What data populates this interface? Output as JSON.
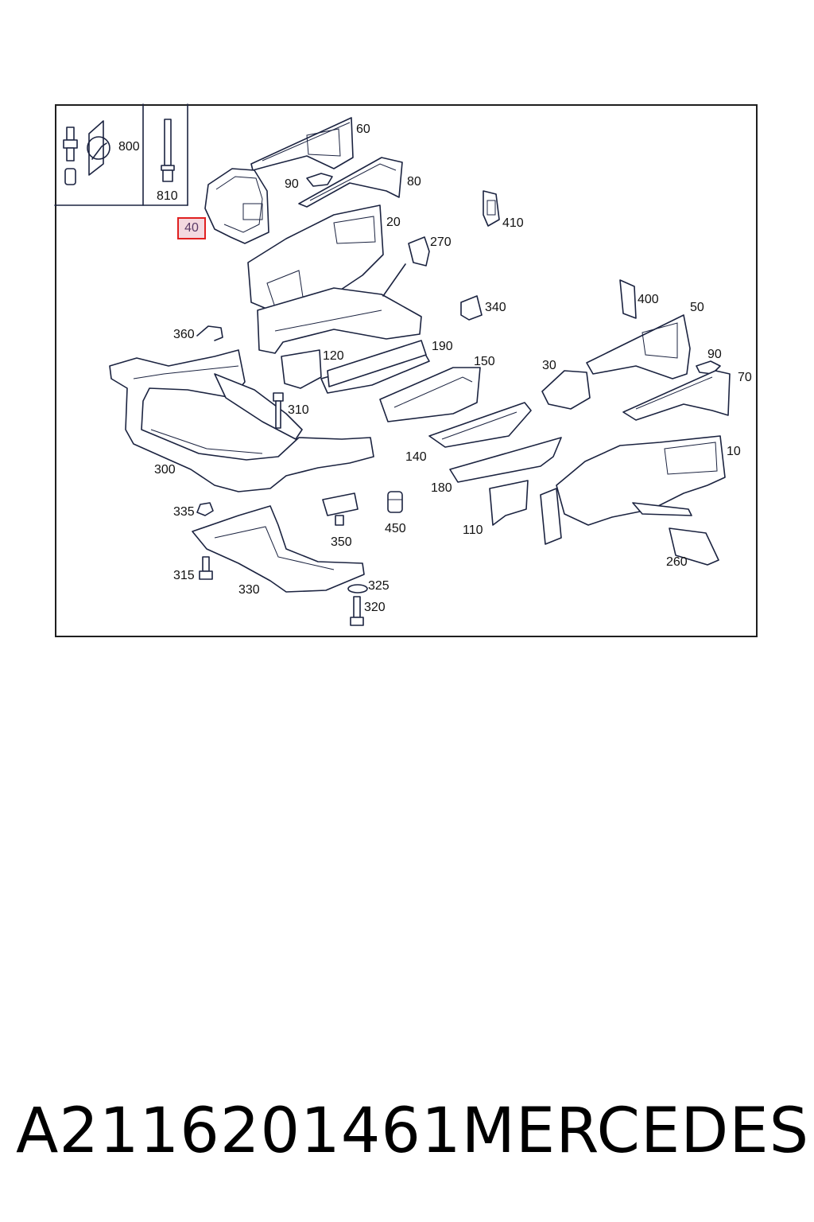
{
  "diagram": {
    "highlighted_part": "40",
    "parts": [
      {
        "id": "p60",
        "label": "60"
      },
      {
        "id": "p800",
        "label": "800"
      },
      {
        "id": "p810",
        "label": "810"
      },
      {
        "id": "p90a",
        "label": "90"
      },
      {
        "id": "p80",
        "label": "80"
      },
      {
        "id": "p20",
        "label": "20"
      },
      {
        "id": "p410",
        "label": "410"
      },
      {
        "id": "p270",
        "label": "270"
      },
      {
        "id": "p340",
        "label": "340"
      },
      {
        "id": "p400",
        "label": "400"
      },
      {
        "id": "p50",
        "label": "50"
      },
      {
        "id": "p360",
        "label": "360"
      },
      {
        "id": "p120",
        "label": "120"
      },
      {
        "id": "p190",
        "label": "190"
      },
      {
        "id": "p150",
        "label": "150"
      },
      {
        "id": "p30",
        "label": "30"
      },
      {
        "id": "p90b",
        "label": "90"
      },
      {
        "id": "p70",
        "label": "70"
      },
      {
        "id": "p310",
        "label": "310"
      },
      {
        "id": "p140",
        "label": "140"
      },
      {
        "id": "p10",
        "label": "10"
      },
      {
        "id": "p300",
        "label": "300"
      },
      {
        "id": "p180",
        "label": "180"
      },
      {
        "id": "p335",
        "label": "335"
      },
      {
        "id": "p450",
        "label": "450"
      },
      {
        "id": "p110",
        "label": "110"
      },
      {
        "id": "p350",
        "label": "350"
      },
      {
        "id": "p260",
        "label": "260"
      },
      {
        "id": "p315",
        "label": "315"
      },
      {
        "id": "p330",
        "label": "330"
      },
      {
        "id": "p325",
        "label": "325"
      },
      {
        "id": "p320",
        "label": "320"
      }
    ]
  },
  "caption": {
    "part_number": "A2116201461",
    "brand": "MERCEDES"
  },
  "colors": {
    "line": "#1b2340",
    "highlight_border": "#e02020",
    "highlight_fill": "#f3d9e0"
  }
}
